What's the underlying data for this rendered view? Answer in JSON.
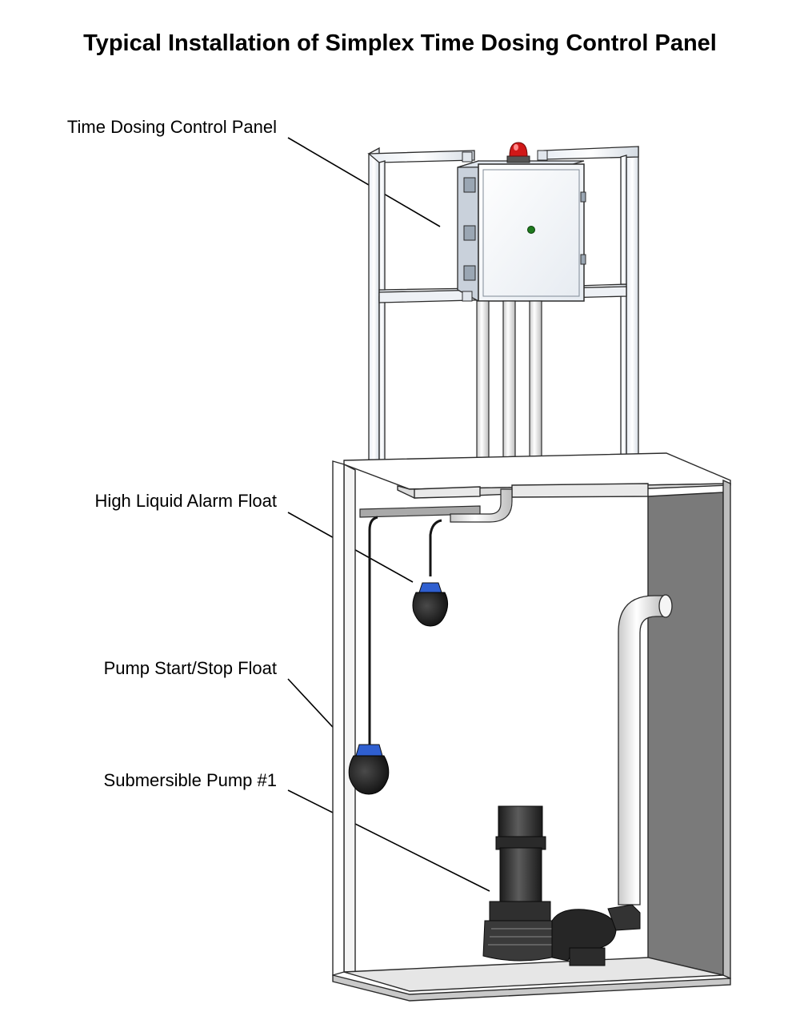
{
  "title": "Typical Installation of Simplex Time Dosing Control Panel",
  "labels": {
    "control_panel": "Time Dosing Control Panel",
    "high_float": "High Liquid Alarm Float",
    "pump_float": "Pump Start/Stop Float",
    "pump": "Submersible Pump #1"
  },
  "colors": {
    "alarm_beacon": "#d01818",
    "indicator_led": "#1e7a1e",
    "float_collar": "#2f5fd0",
    "tank_wall": "#7a7a7a"
  }
}
